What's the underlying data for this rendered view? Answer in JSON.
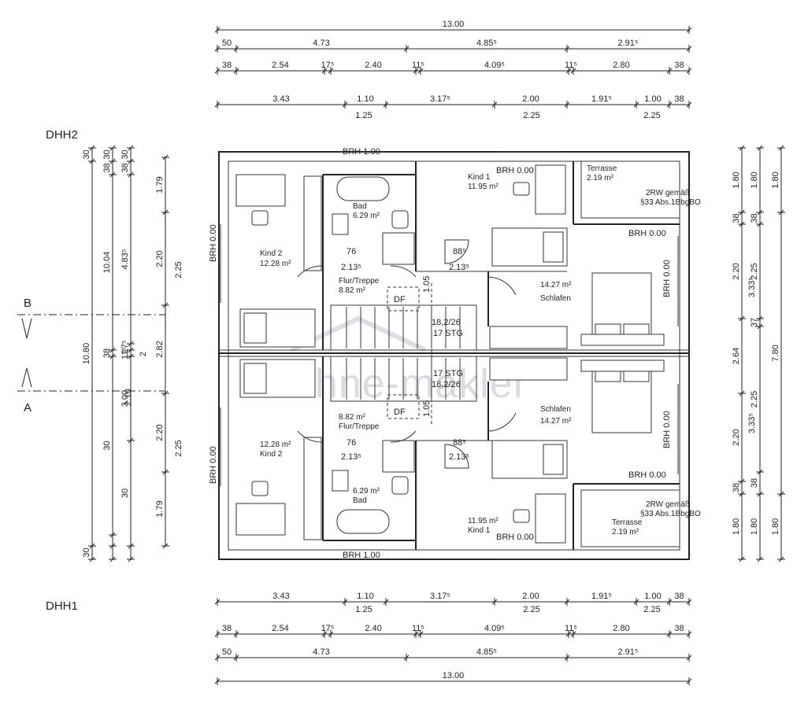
{
  "labels": {
    "dhh2": "DHH2",
    "dhh1": "DHH1",
    "sec_b": "B",
    "sec_a": "A",
    "watermark": "ohne-makler"
  },
  "top_dims": {
    "total": "13.00",
    "row1": [
      "50",
      "4.73",
      "4.85⁵",
      "2.91⁵"
    ],
    "row2": [
      "38",
      "2.54",
      "17⁵",
      "2.40",
      "11⁵",
      "4.09⁵",
      "11⁵",
      "2.80",
      "38"
    ],
    "row3": [
      "3.43",
      "1.10",
      "3.17⁵",
      "2.00",
      "1.91⁵",
      "1.00",
      "38"
    ],
    "row3b": [
      "1.25",
      "2.25",
      "2.25"
    ]
  },
  "bottom_dims": {
    "row3": [
      "3.43",
      "1.10",
      "3.17⁵",
      "2.00",
      "1.91⁵",
      "1.00",
      "38"
    ],
    "row3b": [
      "1.25",
      "2.25",
      "2.25"
    ],
    "row2": [
      "38",
      "2.54",
      "17⁵",
      "2.40",
      "11⁵",
      "4.09⁵",
      "11⁵",
      "2.80",
      "38"
    ],
    "row1": [
      "50",
      "4.73",
      "4.85⁵",
      "2.91⁵"
    ],
    "total": "13.00"
  },
  "left_dims": {
    "c1": [
      "30",
      "10.80",
      "30"
    ],
    "c2": [
      "30",
      "38",
      "10.04",
      "38",
      "30"
    ],
    "c3": [
      "30",
      "38",
      "4.83⁵",
      "17⁵",
      "11⁵",
      "3.00",
      "30"
    ],
    "c3b": [
      "2",
      "2.10"
    ],
    "c4": [
      "1.79",
      "2.20",
      "2.82",
      "2.20",
      "1.79"
    ],
    "c5": [
      "2.25",
      "2.25"
    ]
  },
  "right_dims": {
    "c1": [
      "1.80",
      "38",
      "2.20",
      "2.64",
      "2.20",
      "38",
      "1.80"
    ],
    "c2": [
      "1.80",
      "38",
      "2.25",
      "37",
      "2.25",
      "38",
      "1.80"
    ],
    "c2b": [
      "3.33⁵",
      "3.33⁵"
    ],
    "c3": [
      "1.80",
      "7.80",
      "1.80"
    ]
  },
  "rooms_upper": {
    "brh_top": "BRH 1.00",
    "brh_left": "BRH 0.00",
    "brh_kind1": "BRH 0.00",
    "brh_terr": "BRH 0.00",
    "brh_right": "BRH 0.00",
    "kind2_area": "Kind 2",
    "kind2_m2": "12.28 m²",
    "bad_name": "Bad",
    "bad_m2": "6.29 m²",
    "kind1_name": "Kind 1",
    "kind1_m2": "11.95 m²",
    "terr_name": "Terrasse",
    "terr_m2": "2.19 m²",
    "rw1": "2RW gemäß",
    "rw2": "§33 Abs.1BbgBO",
    "flur_name": "Flur/Treppe",
    "flur_m2": "8.82 m²",
    "schlafen_m2": "14.27 m²",
    "schlafen_name": "Schlafen",
    "door1_w": "76",
    "door1_h": "2.13⁵",
    "door2_w": "88⁵",
    "door2_h": "2.13⁵",
    "stair_h": "1.05",
    "stair_df": "DF",
    "stair_stg": "17 STG",
    "stair_ratio": "18,2/26"
  },
  "rooms_lower": {
    "brh_bottom": "BRH 1.00",
    "brh_left": "BRH 0.00",
    "brh_kind1": "BRH 0.00",
    "brh_terr": "BRH 0.00",
    "brh_right": "BRH 0.00",
    "kind2_m2": "12.28 m²",
    "kind2_name": "Kind 2",
    "bad_m2": "6.29 m²",
    "bad_name": "Bad",
    "kind1_m2": "11.95 m²",
    "kind1_name": "Kind 1",
    "terr_name": "Terrasse",
    "terr_m2": "2.19 m²",
    "rw1": "2RW gemäß",
    "rw2": "§33 Abs.1BbgBO",
    "flur_m2": "8.82 m²",
    "flur_name": "Flur/Treppe",
    "schlafen_name": "Schlafen",
    "schlafen_m2": "14.27 m²",
    "door1_w": "76",
    "door1_h": "2.13⁵",
    "door2_w": "88⁵",
    "door2_h": "2.13⁵",
    "stair_h": "1.05",
    "stair_df": "DF",
    "stair_stg": "17 STG",
    "stair_ratio": "18,2/26"
  }
}
